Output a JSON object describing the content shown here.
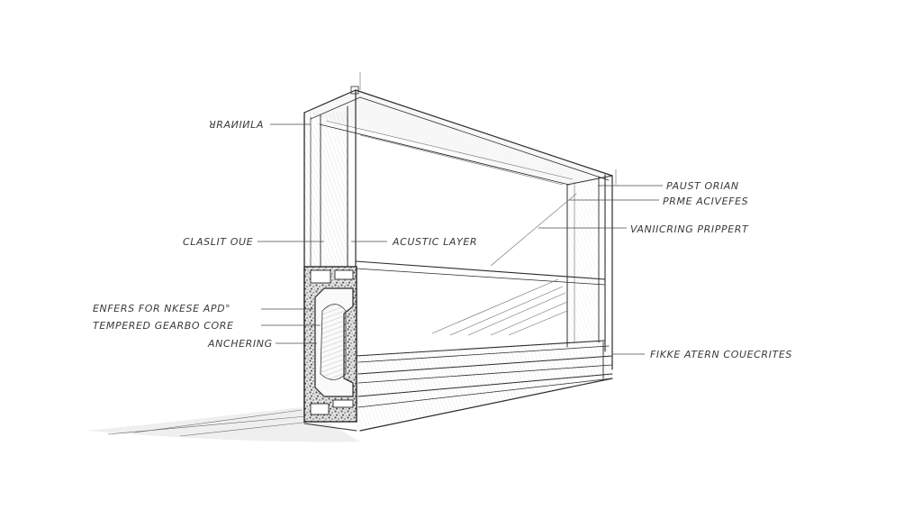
{
  "labels": {
    "l1": "ꓤRAИIИLA",
    "l2": "CLASLIT OUE",
    "l3": "ENFERS FOR NKESE APD°",
    "l4": "TEMPERED GEARBO CORE",
    "l5": "ANCHERING",
    "l6": "ACUSTIC LAYER",
    "r1": "PAUST ORIAN",
    "r2": "PRME ACIVEFES",
    "r3": "VANIICRING PRIPPERT",
    "r4": "FIKKE ATERN COUECRITES"
  },
  "colors": {
    "ink": "#2b2b2b",
    "label": "#3a3a3a",
    "background": "#ffffff"
  }
}
